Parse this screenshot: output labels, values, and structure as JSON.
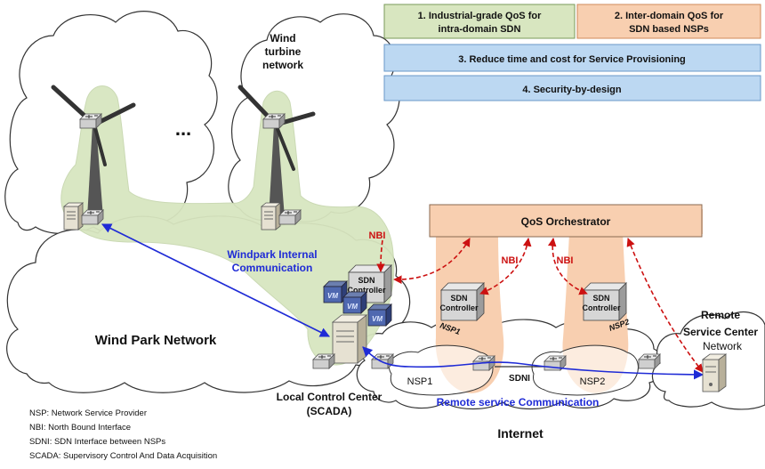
{
  "goal_boxes": [
    {
      "line1": "1. Industrial-grade QoS for",
      "line2": "intra-domain SDN",
      "fill": "#d8e6c0",
      "border": "#7a9a5a"
    },
    {
      "line1": "2. Inter-domain QoS for",
      "line2": "SDN based NSPs",
      "fill": "#f8cfb0",
      "border": "#d08a5a"
    },
    {
      "line1": "3. Reduce time and cost for Service Provisioning",
      "fill": "#bcd8f2",
      "border": "#6a98c8"
    },
    {
      "line1": "4. Security-by-design",
      "fill": "#bcd8f2",
      "border": "#6a98c8"
    }
  ],
  "labels": {
    "wind_turbine_network": [
      "Wind",
      "turbine",
      "network"
    ],
    "ellipsis": "...",
    "nbi": "NBI",
    "windpark_internal": [
      "Windpark Internal",
      "Communication"
    ],
    "sdn_controller": [
      "SDN",
      "Controller"
    ],
    "vm": "VM",
    "wind_park_network": "Wind Park Network",
    "qos_orchestrator": "QoS Orchestrator",
    "nsp1_tag": "NSP1",
    "nsp2_tag": "NSP2",
    "nsp1": "NSP1",
    "nsp2": "NSP2",
    "sdni": "SDNI",
    "remote_service_center": [
      "Remote",
      "Service Center"
    ],
    "network": "Network",
    "local_control_center": [
      "Local Control Center",
      "(SCADA)"
    ],
    "remote_service_comm": "Remote service Communication",
    "internet": "Internet"
  },
  "legend": [
    "NSP: Network Service Provider",
    "NBI: North Bound Interface",
    "SDNI: SDN Interface between NSPs",
    "SCADA: Supervisory Control And Data Acquisition"
  ],
  "colors": {
    "green_area": "#d8e6c0",
    "orange_area": "#f8cfb0",
    "blue_link": "#1f2bd6",
    "red_link": "#cc1111",
    "blue_text": "#1f2bd6"
  }
}
